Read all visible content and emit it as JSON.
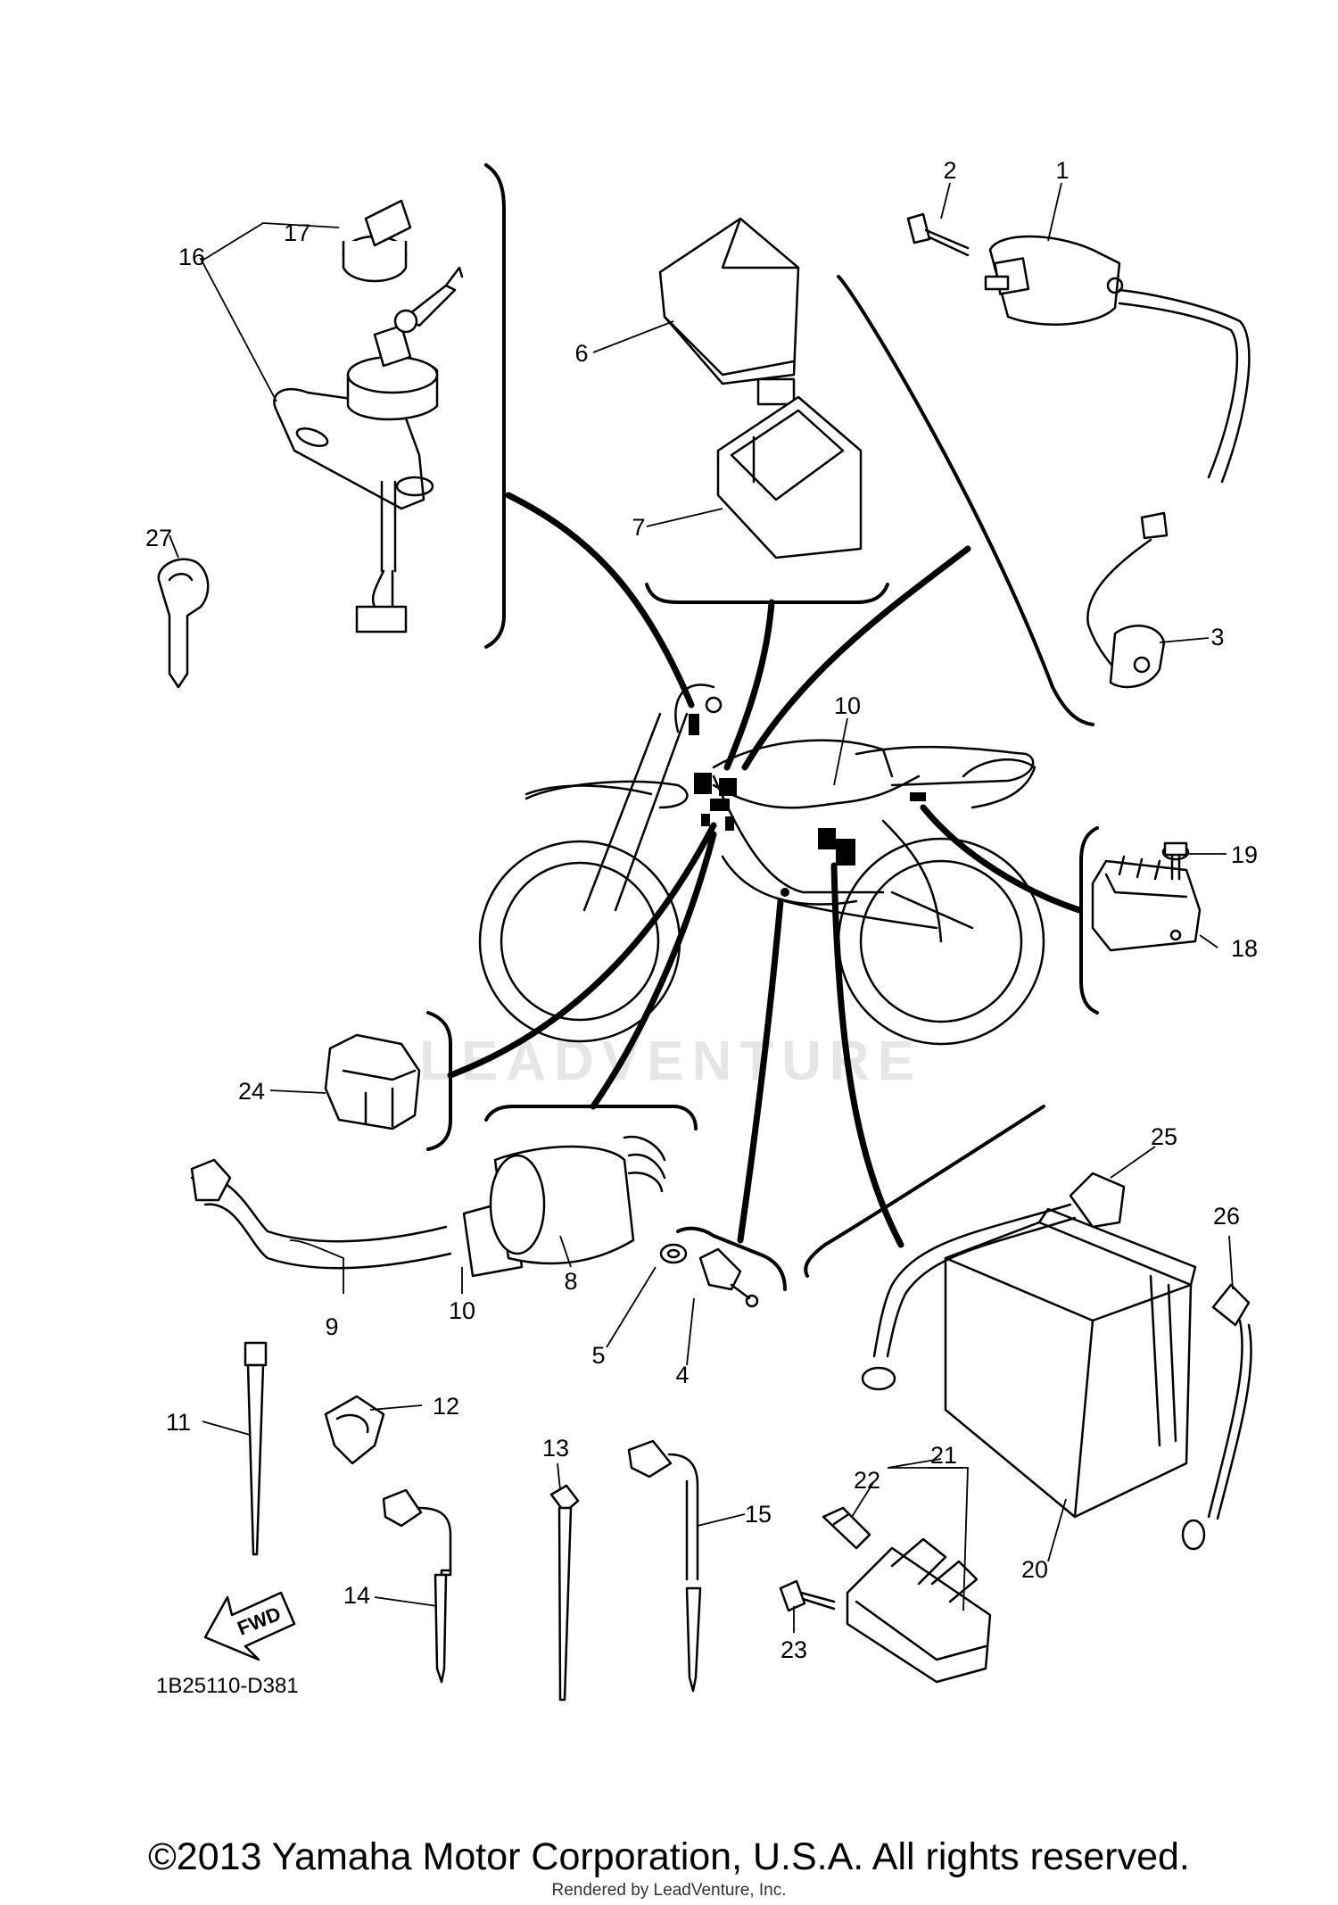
{
  "diagram": {
    "part_labels": {
      "p1": "1",
      "p2": "2",
      "p3": "3",
      "p4": "4",
      "p5": "5",
      "p6": "6",
      "p7": "7",
      "p8": "8",
      "p9": "9",
      "p10a": "10",
      "p10b": "10",
      "p11": "11",
      "p12": "12",
      "p13": "13",
      "p14": "14",
      "p15": "15",
      "p16": "16",
      "p17": "17",
      "p18": "18",
      "p19": "19",
      "p20": "20",
      "p21": "21",
      "p22": "22",
      "p23": "23",
      "p24": "24",
      "p25": "25",
      "p26": "26",
      "p27": "27"
    },
    "drawing_code": "1B25110-D381",
    "fwd_label": "FWD",
    "watermark": "LEADVENTURE"
  },
  "footer": {
    "copyright": "©2013 Yamaha Motor Corporation, U.S.A. All rights reserved.",
    "rendered_by": "Rendered by LeadVenture, Inc."
  }
}
